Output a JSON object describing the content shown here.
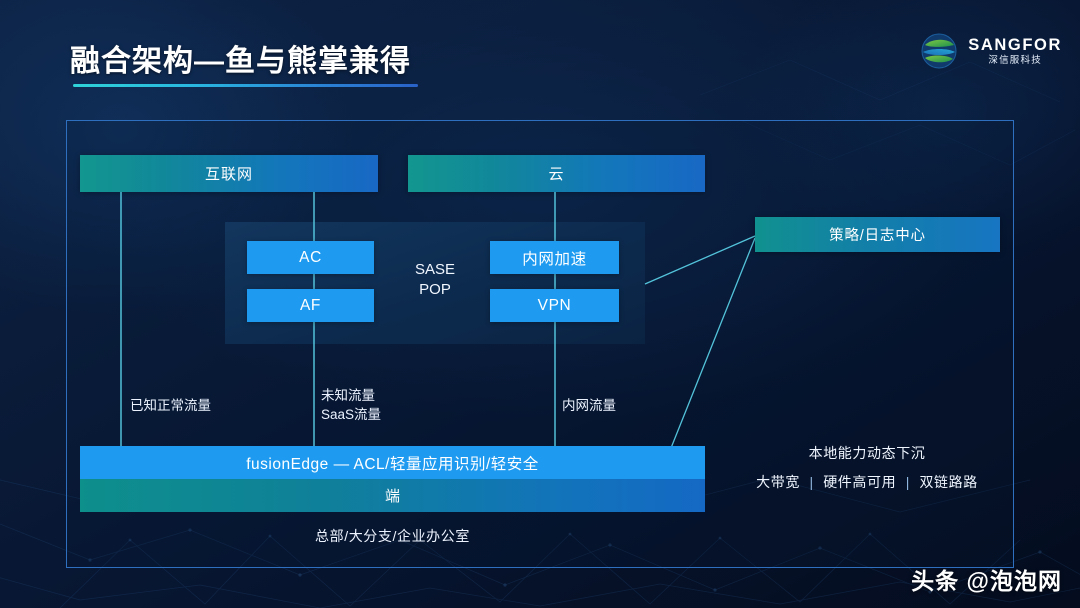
{
  "slide": {
    "title": "融合架构—鱼与熊掌兼得",
    "watermark": "头条 @泡泡网"
  },
  "brand": {
    "name": "SANGFOR",
    "sub": "深信服科技",
    "logo_icon": "sangfor-globe-icon",
    "accent_teal": "#11918f",
    "accent_blue": "#1e9bf0",
    "rule_gradient_from": "#2fd3d8",
    "rule_gradient_to": "#2a62c8"
  },
  "diagram": {
    "top_nodes": [
      {
        "label": "互联网"
      },
      {
        "label": "云"
      }
    ],
    "sase": {
      "center_label_line1": "SASE",
      "center_label_line2": "POP",
      "modules": [
        {
          "label": "AC"
        },
        {
          "label": "AF"
        },
        {
          "label": "内网加速"
        },
        {
          "label": "VPN"
        }
      ]
    },
    "policy_center": {
      "label": "策略/日志中心"
    },
    "flows": [
      {
        "line1": "已知正常流量",
        "line2": ""
      },
      {
        "line1": "未知流量",
        "line2": "SaaS流量"
      },
      {
        "line1": "内网流量",
        "line2": ""
      }
    ],
    "edge": {
      "primary_label": "fusionEdge — ACL/轻量应用识别/轻安全",
      "secondary_label": "端",
      "caption": "总部/大分支/企业办公室"
    },
    "notes": {
      "headline": "本地能力动态下沉",
      "item1": "大带宽",
      "item2": "硬件高可用",
      "item3": "双链路路",
      "separator": "|"
    }
  }
}
